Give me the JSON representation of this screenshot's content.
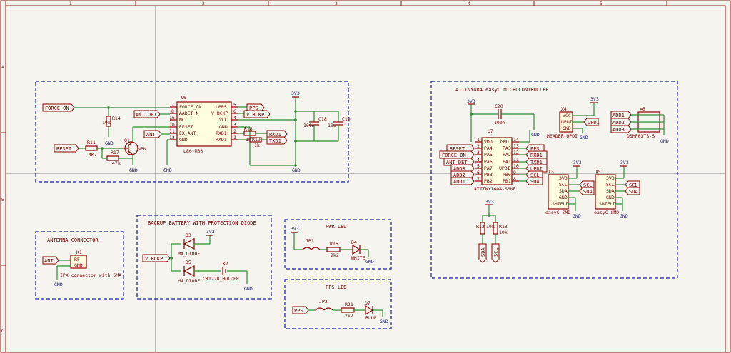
{
  "border": {
    "cols": [
      "1",
      "2",
      "3",
      "4",
      "5"
    ],
    "rows": [
      "A",
      "B",
      "C"
    ]
  },
  "blocks": {
    "gnss_title": "",
    "mcu_title": "ATTINY404 easyC MICROCONTROLLER",
    "antenna_title": "ANTENNA CONNECTOR",
    "backup_title": "BACKUP BATTERY WITH PROTECTION DIODE",
    "pwr_title": "PWR LED",
    "pps_title": "PPS LED"
  },
  "gnss": {
    "u6_ref": "U6",
    "u6_value": "L86-M33",
    "u6_pins_left": [
      "FORCE_ON",
      "AADET_N",
      "NC",
      "RESET",
      "EX_ANT",
      "GND"
    ],
    "u6_pinnums_left": [
      "7",
      "8",
      "16",
      "10",
      "11",
      "12"
    ],
    "u6_pins_right": [
      "LPPS",
      "V_BCKP",
      "VCC",
      "GND",
      "TXD1",
      "RXD1"
    ],
    "u6_pinnums_right": [
      "5",
      "6",
      "4",
      "3",
      "2",
      "1"
    ],
    "labels": {
      "force_on": "FORCE_ON",
      "ant_det": "ANT_DET",
      "ant": "ANT",
      "reset": "RESET",
      "pps": "PPS",
      "v_bckp": "V_BCKP",
      "rxd1": "RXD1",
      "txd1": "TXD1"
    },
    "r14": "R14",
    "r14_val": "10k",
    "r11": "R11",
    "r11_val": "4K7",
    "r17": "R17",
    "r17_val": "47k",
    "q1": "Q1",
    "q1_val": "NPN",
    "r18": "R18",
    "r18_val": "1k",
    "r19": "R19",
    "r19_val": "1k",
    "c18": "C18",
    "c18_val": "100n",
    "c19": "C19",
    "c19_val": "10u",
    "rail": "3V3",
    "gnd": "GND"
  },
  "mcu": {
    "c20": "C20",
    "c20_val": "100n",
    "rail": "3V3",
    "u7_ref": "U7",
    "u7_value": "ATTINY1604-SSNR",
    "u7_pins_left": [
      "VDD",
      "PA4",
      "PA5",
      "PA6",
      "PA7",
      "PB3",
      "PB2"
    ],
    "u7_pinnums_left": [
      "1",
      "2",
      "3",
      "4",
      "5",
      "6",
      "7"
    ],
    "u7_pins_right": [
      "GND",
      "PA3",
      "PA2",
      "PA1",
      "UPDI",
      "PB0",
      "PB1"
    ],
    "u7_pinnums_right": [
      "14",
      "13",
      "12",
      "11",
      "10",
      "9",
      "8"
    ],
    "left_labels": [
      "RESET",
      "FORCE_ON",
      "ANT_DET",
      "ADD3",
      "ADD2",
      "ADD1"
    ],
    "right_labels": [
      "PPS",
      "RXD1",
      "TXD1",
      "UPDI",
      "SCL",
      "SDA"
    ],
    "x4_ref": "X4",
    "x4_value": "HEADER-UPDI",
    "x4_pins": [
      "VCC",
      "UPDI",
      "GND"
    ],
    "x4_label": "UPDI",
    "x6_ref": "X6",
    "x6_value": "DSHP03TS-S",
    "x6_labels": [
      "ADD1",
      "ADD2",
      "ADD3"
    ],
    "x3_ref": "X3",
    "x3_value": "easyC-SMD",
    "x5_ref": "X5",
    "x5_value": "easyC-SMD",
    "easyc_pins": [
      "3V3",
      "SCL",
      "SDA",
      "GND",
      "SHIELD"
    ],
    "scl": "SCL",
    "sda": "SDA",
    "r12": "R12",
    "r12_val": "10k",
    "r13": "R13",
    "r13_val": "10k",
    "sda_lbl": "SDA",
    "scl_lbl": "SCL"
  },
  "antenna": {
    "k1_ref": "K1",
    "k1_pins": [
      "RF",
      "GND"
    ],
    "k1_value": "IPX connector with SMA",
    "ant_label": "ANT",
    "gnd": "GND"
  },
  "backup": {
    "d3": "D3",
    "d3_val": "M4_DIODE",
    "d5": "D5",
    "d5_val": "M4_DIODE",
    "k2": "K2",
    "k2_val": "CR1220_HOLDER",
    "label": "V_BCKP",
    "rail": "3V3",
    "gnd": "GND"
  },
  "pwr": {
    "rail": "3V3",
    "jp1": "JP1",
    "r16": "R16",
    "r16_val": "2k2",
    "d4": "D4",
    "d4_val": "WHITE",
    "gnd": "GND"
  },
  "ppsled": {
    "label": "PPS",
    "jp2": "JP2",
    "r21": "R21",
    "r21_val": "2k2",
    "d7": "D7",
    "d7_val": "BLUE",
    "gnd": "GND"
  }
}
